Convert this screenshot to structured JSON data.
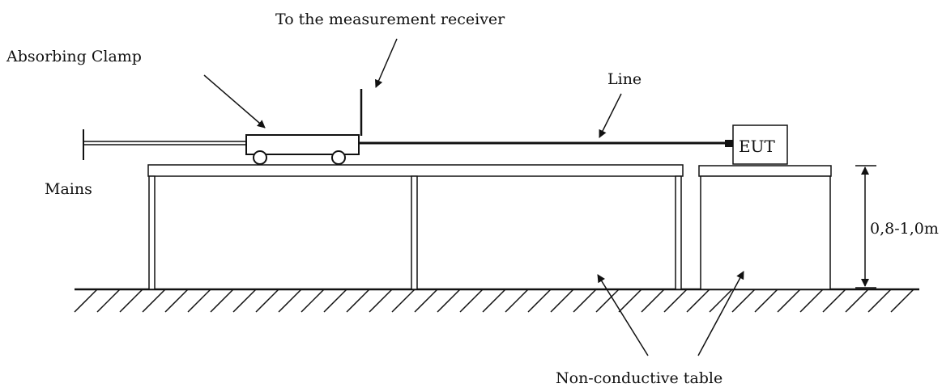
{
  "labels": {
    "receiver": "To the measurement receiver",
    "clamp": "Absorbing Clamp",
    "line": "Line",
    "mains": "Mains",
    "eut": "EUT",
    "height": "0,8-1,0m",
    "table": "Non-conductive table"
  },
  "colors": {
    "stroke": "#111111",
    "background": "#ffffff"
  }
}
